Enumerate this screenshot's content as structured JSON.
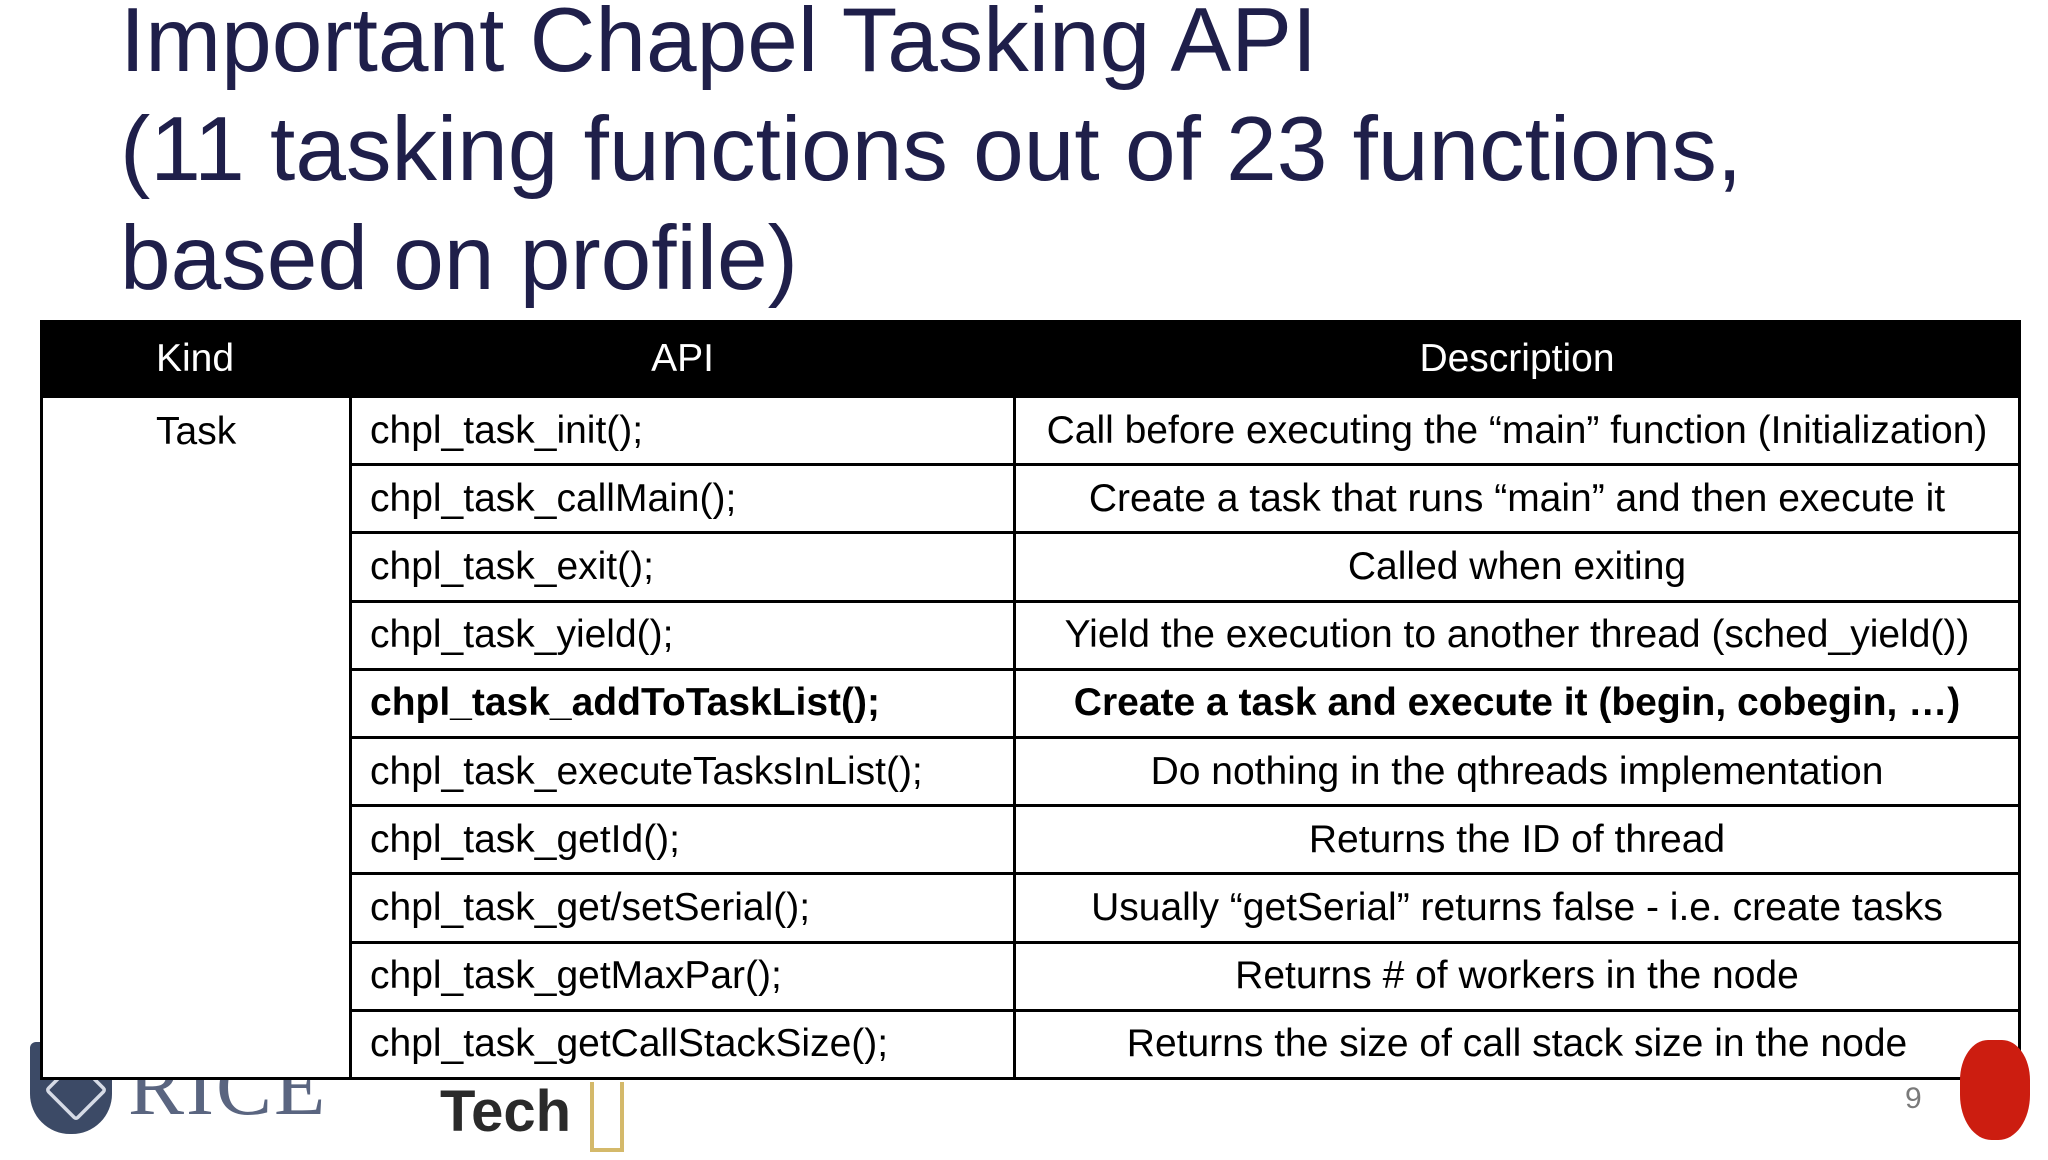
{
  "title": {
    "line1": "Important Chapel Tasking API",
    "line2": "(11 tasking functions out of 23 functions,",
    "line3": "based on profile)"
  },
  "table": {
    "headers": {
      "kind": "Kind",
      "api": "API",
      "description": "Description"
    },
    "kind_value": "Task",
    "rows": [
      {
        "api": "chpl_task_init();",
        "description": "Call before executing the “main” function (Initialization)"
      },
      {
        "api": "chpl_task_callMain();",
        "description": "Create a task that runs “main” and then execute it"
      },
      {
        "api": "chpl_task_exit();",
        "description": "Called when exiting"
      },
      {
        "api": "chpl_task_yield();",
        "description": "Yield the execution to another thread (sched_yield())"
      },
      {
        "api": "chpl_task_addToTaskList();",
        "description": "Create a task and execute it (begin, cobegin, …)"
      },
      {
        "api": "chpl_task_executeTasksInList();",
        "description": "Do nothing in the qthreads implementation"
      },
      {
        "api": "chpl_task_getId();",
        "description": "Returns the ID of thread"
      },
      {
        "api": "chpl_task_get/setSerial();",
        "description": "Usually “getSerial” returns false - i.e. create tasks"
      },
      {
        "api": "chpl_task_getMaxPar();",
        "description": "Returns # of workers in the node"
      },
      {
        "api": "chpl_task_getCallStackSize();",
        "description": "Returns the size of call stack size in the node"
      }
    ]
  },
  "footer": {
    "rice_logo_text": "RICE",
    "gt_logo_text": "Tech",
    "page_number": "9"
  }
}
